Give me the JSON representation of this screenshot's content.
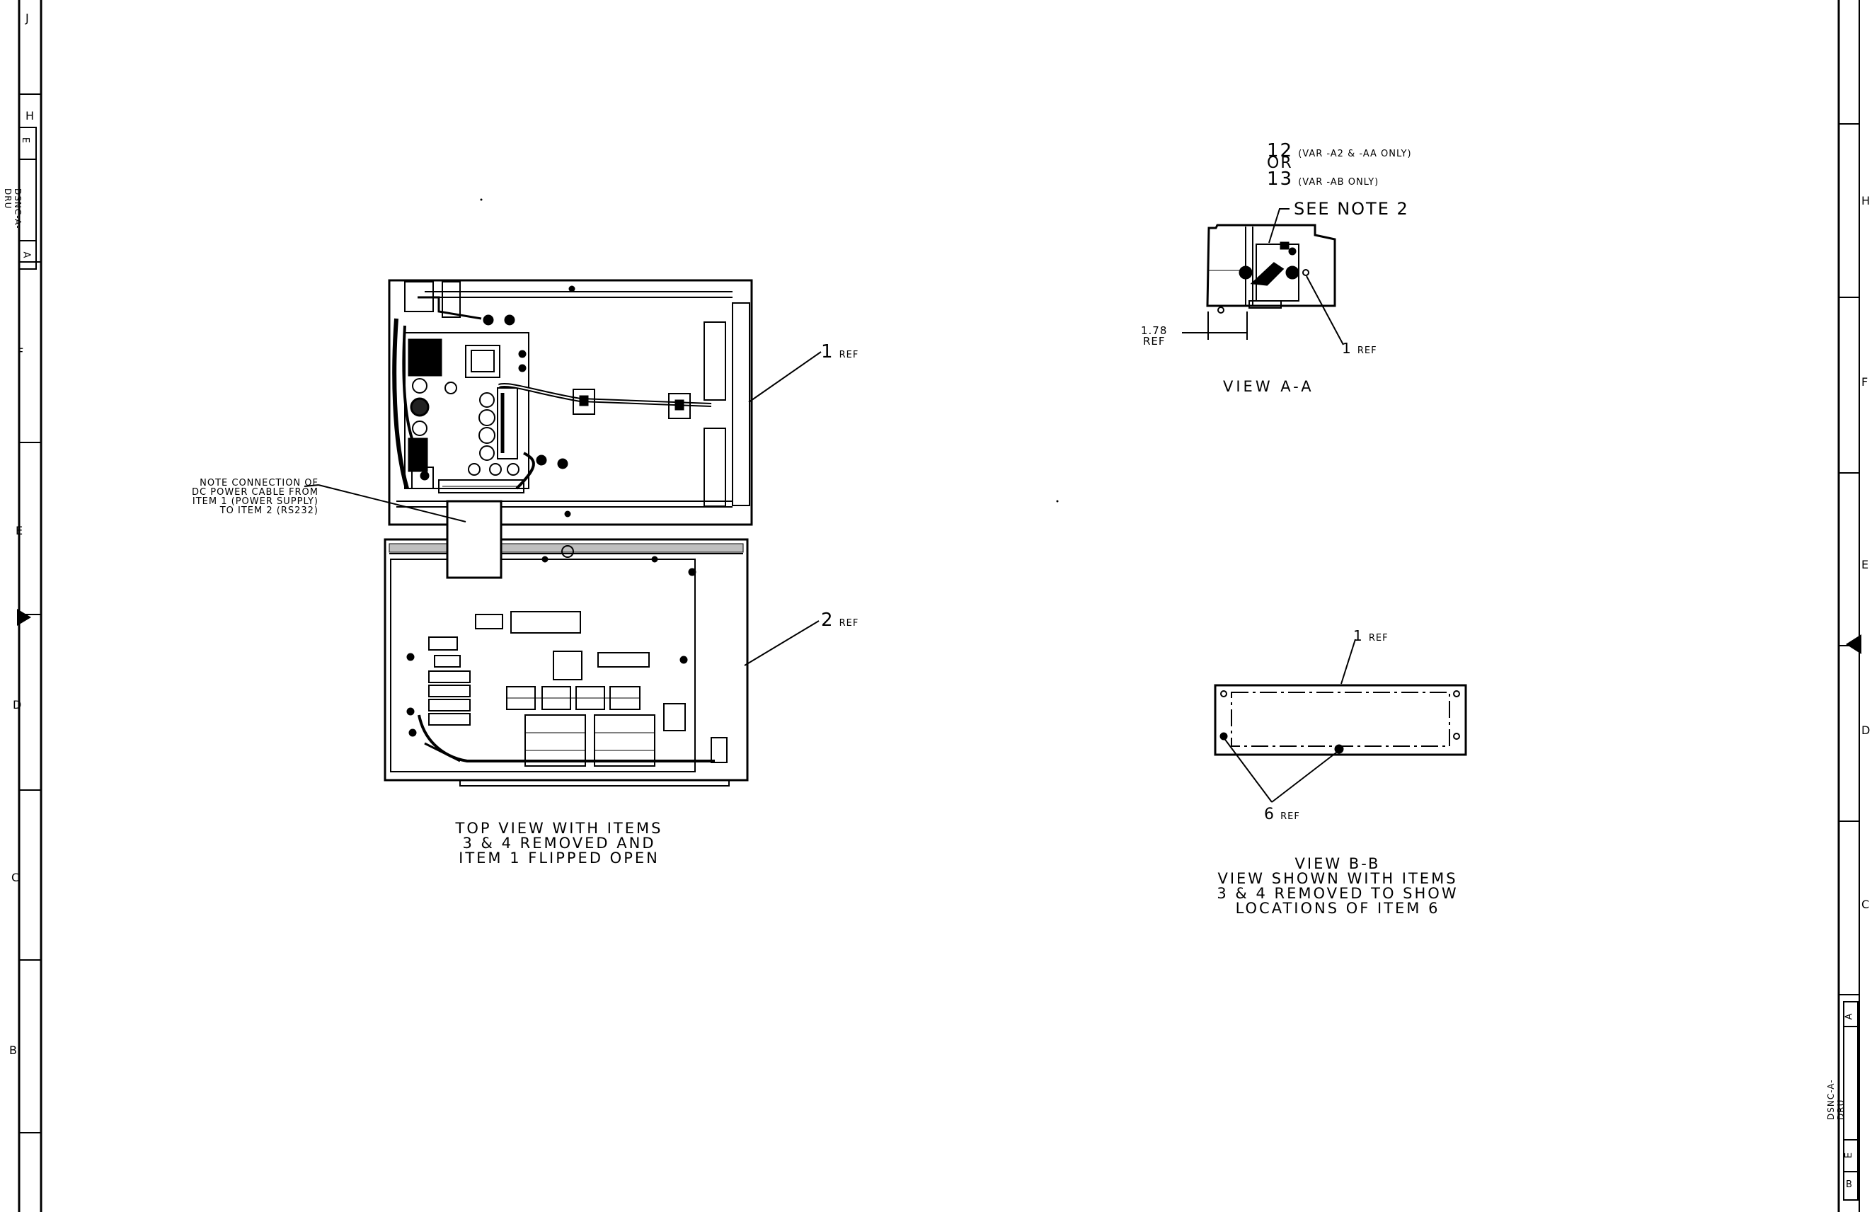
{
  "frame": {
    "left_zones": [
      "J",
      "H",
      "F",
      "E",
      "D",
      "C",
      "B"
    ],
    "right_zones": [
      "H",
      "F",
      "E",
      "D",
      "C"
    ],
    "left_block": {
      "cell1": "E",
      "cell2": "DSNC-A-DRU",
      "cell3": "A"
    },
    "right_block": {
      "cell1": "E",
      "cell2": "DSNC-A-DRU",
      "cell3": "A",
      "cell4": "B"
    }
  },
  "top_view": {
    "ref1_num": "1",
    "ref1_text": "REF",
    "ref2_num": "2",
    "ref2_text": "REF",
    "note_lines": [
      "NOTE CONNECTION OF",
      "DC POWER CABLE FROM",
      "ITEM 1 (POWER SUPPLY)",
      "TO ITEM 2 (RS232)"
    ],
    "caption_lines": [
      "TOP VIEW WITH ITEMS",
      "3 & 4 REMOVED AND",
      "ITEM 1 FLIPPED OPEN"
    ]
  },
  "view_aa": {
    "item12_num": "12",
    "item12_text": "(VAR -A2 & -AA ONLY)",
    "or_text": "OR",
    "item13_num": "13",
    "item13_text": "(VAR -AB ONLY)",
    "see_note": "SEE NOTE 2",
    "dim_value": "1.78",
    "dim_text": "REF",
    "ref1_num": "1",
    "ref1_text": "REF",
    "caption": "VIEW A-A"
  },
  "view_bb": {
    "ref1_num": "1",
    "ref1_text": "REF",
    "ref6_num": "6",
    "ref6_text": "REF",
    "caption_lines": [
      "VIEW B-B",
      "VIEW SHOWN WITH ITEMS",
      "3 & 4 REMOVED TO SHOW",
      "LOCATIONS OF ITEM 6"
    ]
  }
}
